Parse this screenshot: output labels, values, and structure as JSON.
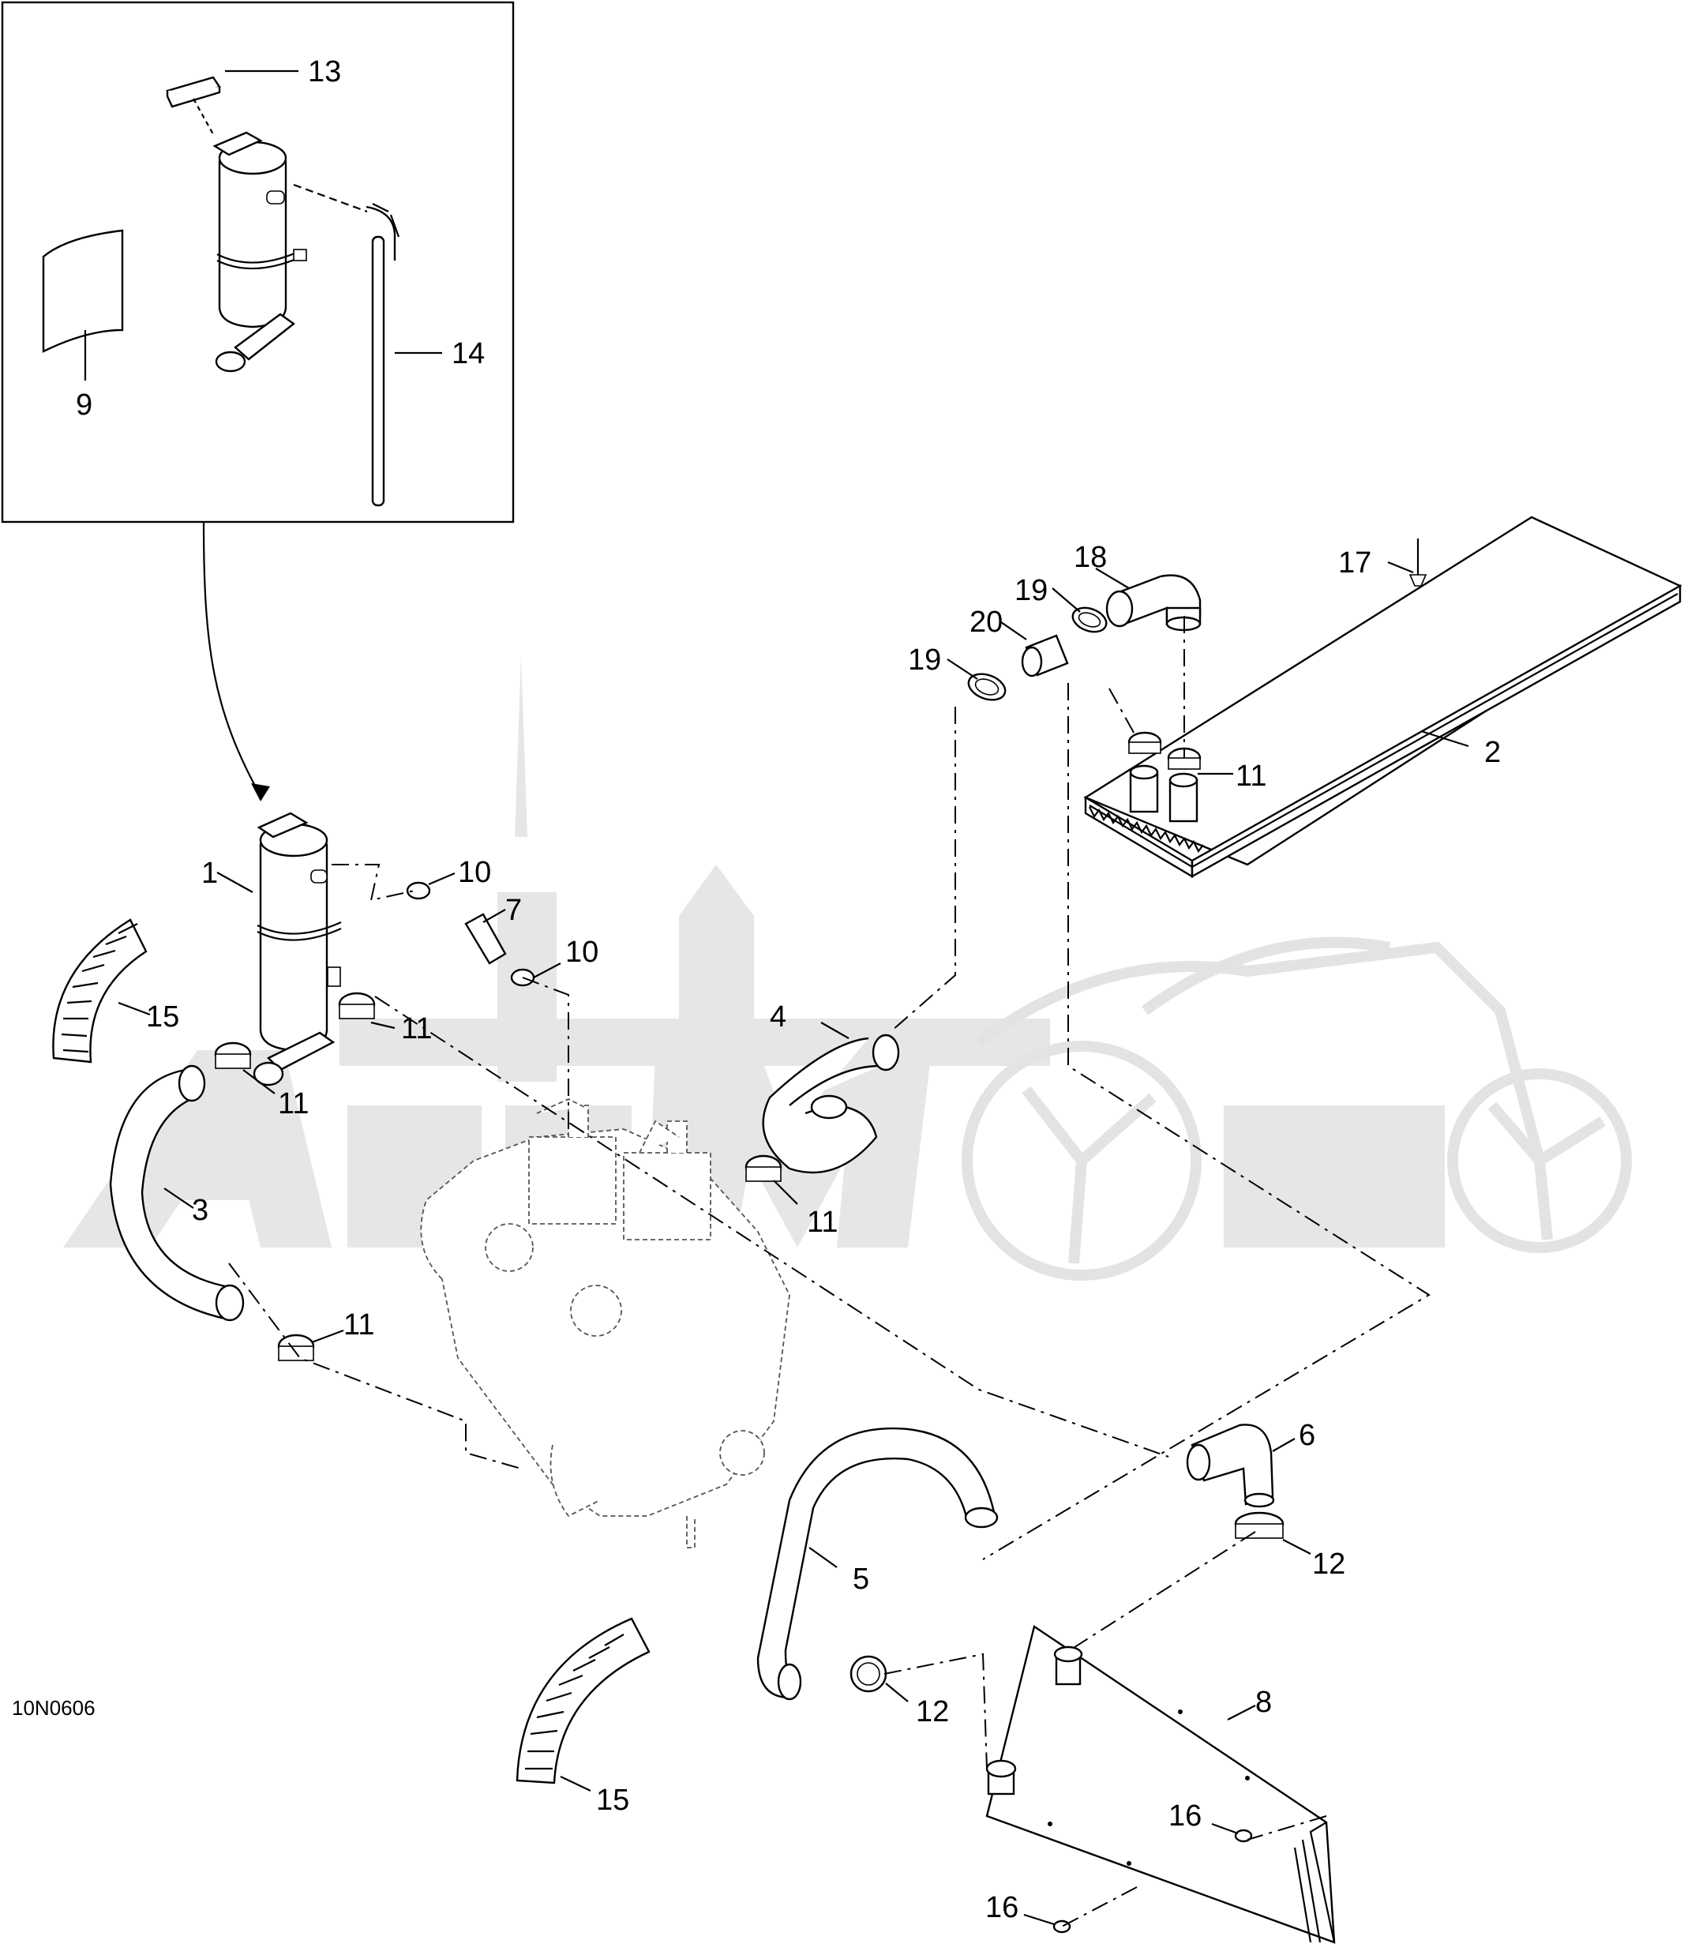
{
  "diagram_code": "10N0606",
  "callouts": [
    {
      "id": "c13a",
      "text": "13"
    },
    {
      "id": "c14",
      "text": "14"
    },
    {
      "id": "c9",
      "text": "9"
    },
    {
      "id": "c18",
      "text": "18"
    },
    {
      "id": "c17",
      "text": "17"
    },
    {
      "id": "c19a",
      "text": "19"
    },
    {
      "id": "c20",
      "text": "20"
    },
    {
      "id": "c19b",
      "text": "19"
    },
    {
      "id": "c2",
      "text": "2"
    },
    {
      "id": "c11a",
      "text": "11"
    },
    {
      "id": "c1",
      "text": "1"
    },
    {
      "id": "c10a",
      "text": "10"
    },
    {
      "id": "c7",
      "text": "7"
    },
    {
      "id": "c10b",
      "text": "10"
    },
    {
      "id": "c15a",
      "text": "15"
    },
    {
      "id": "c11b",
      "text": "11"
    },
    {
      "id": "c11c",
      "text": "11"
    },
    {
      "id": "c4",
      "text": "4"
    },
    {
      "id": "c3",
      "text": "3"
    },
    {
      "id": "c11d",
      "text": "11"
    },
    {
      "id": "c11e",
      "text": "11"
    },
    {
      "id": "c6",
      "text": "6"
    },
    {
      "id": "c12a",
      "text": "12"
    },
    {
      "id": "c5",
      "text": "5"
    },
    {
      "id": "c8",
      "text": "8"
    },
    {
      "id": "c12b",
      "text": "12"
    },
    {
      "id": "c15b",
      "text": "15"
    },
    {
      "id": "c16a",
      "text": "16"
    },
    {
      "id": "c16b",
      "text": "16"
    }
  ],
  "colors": {
    "line": "#000000",
    "background": "#ffffff",
    "watermark": "#e6e6e6"
  }
}
